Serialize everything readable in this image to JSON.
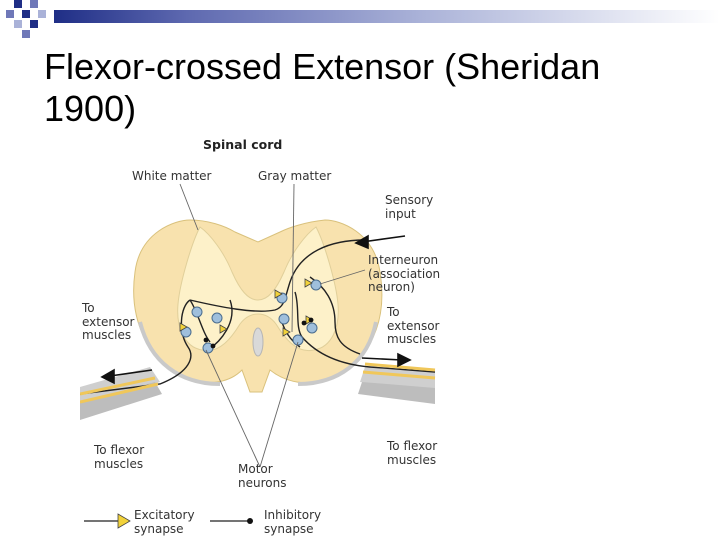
{
  "slide": {
    "title": "Flexor-crossed Extensor (Sheridan 1900)"
  },
  "diagram": {
    "heading": "Spinal cord",
    "labels": {
      "white_matter": "White matter",
      "gray_matter": "Gray matter",
      "sensory_input": "Sensory\ninput",
      "interneuron": "Interneuron\n(association\nneuron)",
      "to_extensor_left": "To\nextensor\nmuscles",
      "to_extensor_right": "To\nextensor\nmuscles",
      "to_flexor_left": "To flexor\nmuscles",
      "to_flexor_right": "To flexor\nmuscles",
      "motor_neurons": "Motor\nneurons",
      "excitatory_synapse": "Excitatory\nsynapse",
      "inhibitory_synapse": "Inhibitory\nsynapse"
    }
  },
  "colors": {
    "header_blue": "#1f2e86",
    "white_matter": "#f8e2ae",
    "gray_matter": "#fdf1c9",
    "nerve_yellow": "#f0c75a",
    "neuron_body": "#9fbfdc",
    "excitatory": "#f2d23a"
  }
}
